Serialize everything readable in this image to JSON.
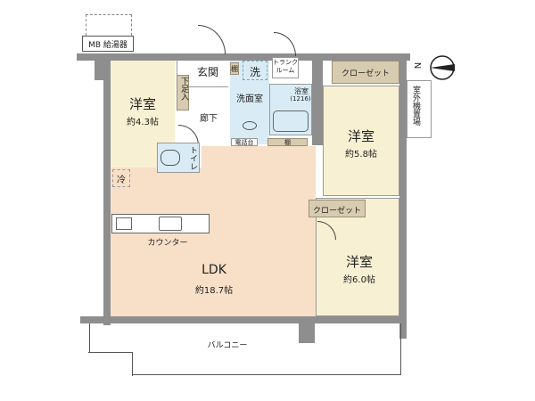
{
  "rooms": {
    "mb": "MB 給湯器",
    "western_1": {
      "name": "洋室",
      "size": "約4.3帖"
    },
    "entrance": "玄関",
    "shoe_storage": "下足入",
    "hallway": "廊下",
    "shelf_1": "棚",
    "laundry": "洗",
    "trunk_room": "トランクルーム",
    "washroom": "洗面室",
    "bathroom": "浴室",
    "bath_size": "(1216)",
    "phone_stand": "電話台",
    "shelf_2": "棚",
    "toilet": "トイレ",
    "fridge": "冷",
    "counter": "カウンター",
    "ldk": {
      "name": "LDK",
      "size": "約18.7帖"
    },
    "closet_1": "クローゼット",
    "western_2": {
      "name": "洋室",
      "size": "約5.8帖"
    },
    "outdoor_unit": "室外機置場",
    "closet_2": "クローゼット",
    "western_3": {
      "name": "洋室",
      "size": "約6.0帖"
    },
    "balcony": "バルコニー"
  },
  "compass": {
    "label": "N",
    "icon": "compass-icon"
  },
  "colors": {
    "wall": "#8e8e8e",
    "bedroom": "#f8f0d2",
    "ldk": "#f7dfc8",
    "wet_area": "#d9ecf5",
    "storage": "#d8ccb0"
  }
}
